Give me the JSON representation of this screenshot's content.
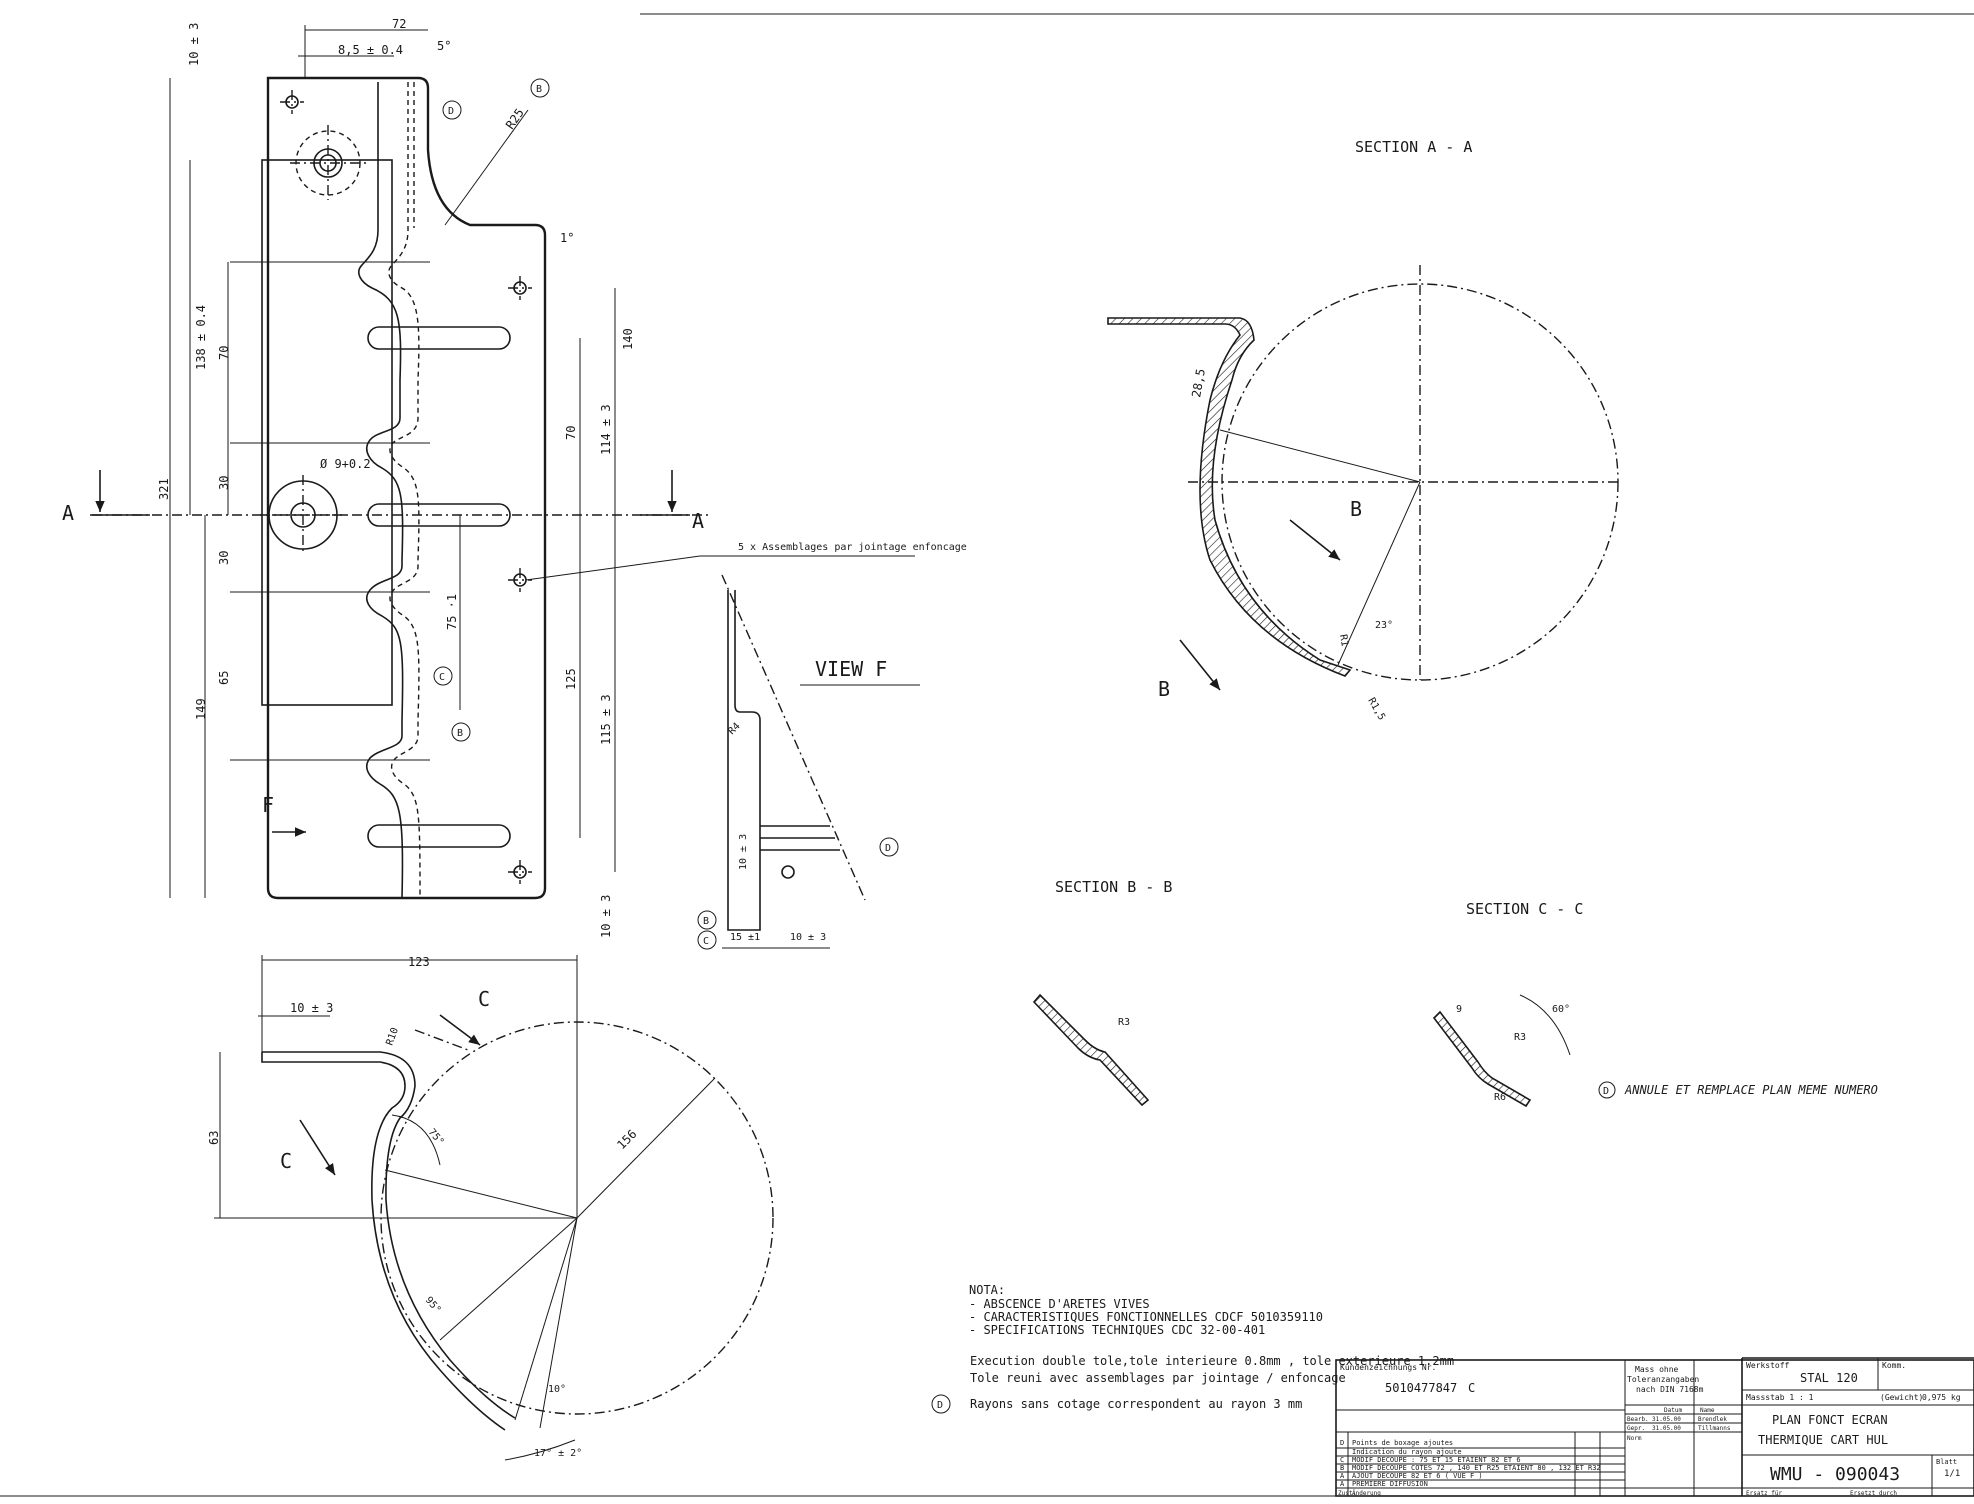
{
  "dims": {
    "d72": "72",
    "d85": "8,5 ± 0.4",
    "d5deg": "5°",
    "d10_top": "10 ± 3",
    "d321": "321",
    "d138": "138 ± 0.4",
    "d70a": "70",
    "d30a": "30",
    "d30b": "30",
    "d65": "65",
    "d149": "149",
    "d70b": "70",
    "d140": "140",
    "d114": "114 ± 3",
    "d125": "125",
    "d115": "115 ± 3",
    "d10_bot": "10 ± 3",
    "d75": "75 ·1",
    "dia": "Ø 9+0.2",
    "r25": "R25",
    "d1deg": "1°",
    "d123": "123",
    "d10_bv": "10 ± 3",
    "r10": "R10",
    "d63": "63",
    "d75deg": "75°",
    "d156": "156",
    "d95deg": "95°",
    "d10deg": "10°",
    "d17deg": "17° ± 2°",
    "r4": "R4",
    "d10_vf": "10 ± 3",
    "d15_vf": "15 ±1",
    "d10_vf2": "10 ± 3",
    "d285": "28,5",
    "r1": "R1",
    "d23deg": "23°",
    "r15": "R1,5",
    "r3_bb": "R3",
    "r3_cc": "R3",
    "r6_cc": "R6",
    "d9_cc": "9",
    "d60_cc": "60°"
  },
  "labels": {
    "section_a": "SECTION  A - A",
    "section_b": "SECTION  B - B",
    "section_c": "SECTION  C - C",
    "view_f": "VIEW  F",
    "a": "A",
    "b": "B",
    "c": "C",
    "f": "F",
    "assemblages": "5 x Assemblages par jointage enfoncage",
    "replace_note": "ANNULE ET REMPLACE PLAN MEME NUMERO",
    "circ_b": "B",
    "circ_c": "C",
    "circ_d": "D"
  },
  "notes": {
    "nota_title": "NOTA:",
    "nota_1": "- ABSCENCE D'ARETES VIVES",
    "nota_2": "- CARACTERISTIQUES FONCTIONNELLES CDCF 5010359110",
    "nota_3": "- SPECIFICATIONS TECHNIQUES CDC 32-00-401",
    "exec_1": "Execution double tole,tole interieure 0.8mm , tole exterieure 1.2mm",
    "exec_2": "Tole reuni avec assemblages par jointage / enfoncage",
    "rayons": "Rayons sans cotage correspondent au rayon 3 mm"
  },
  "title_block": {
    "kunden_label": "Kundenzeichnungs Nr.",
    "kunden_value": "5010477847",
    "kunden_rev": "C",
    "mass_1": "Mass ohne",
    "mass_2": "Toleranzangaben",
    "mass_3": "nach DIN 7168m",
    "datum_label": "Datum",
    "name_label": "Name",
    "bearb_label": "Bearb.",
    "bearb_date": "31.05.00",
    "bearb_name": "Brendlek",
    "gepr_label": "Gepr.",
    "gepr_date": "31.05.00",
    "gepr_name": "Tillmanns",
    "norm_label": "Norm",
    "werkstoff_label": "Werkstoff",
    "werkstoff_value": "STAL 120",
    "komm_label": "Komm.",
    "massstab_label": "Massstab  1 : 1",
    "gewicht_label": "(Gewicht)",
    "gewicht_value": "0,975 kg",
    "title_1": "PLAN   FONCT   ECRAN",
    "title_2": "THERMIQUE   CART  HUL",
    "drawing_no": "WMU  -  090043",
    "blatt_label": "Blatt",
    "blatt_value": "1/1",
    "ersatz_fur": "Ersatz für",
    "ersetzt_durch": "Ersetzt durch",
    "zust_label": "Zust.",
    "anderung_label": "Änderung",
    "rev_d_code": "D",
    "rev_d_1": "Points de boxage ajoutes",
    "rev_d_2": "Indication du rayon ajoute",
    "rev_c_code": "C",
    "rev_c": "MODIF DECOUPE :  75  ET  15      ETAIENT  82  ET  6",
    "rev_b_code": "B",
    "rev_b": "MODIF DECOUPE  COTES  72 , 140  ET  R25  ETAIENT  80 , 132  ET  R32",
    "rev_a2_code": "A",
    "rev_a2": "AJOUT DECOUPE   82  ET  6  (  VUE   F  )",
    "rev_a_code": "A",
    "rev_a": "PREMIERE  DIFFUSION"
  }
}
